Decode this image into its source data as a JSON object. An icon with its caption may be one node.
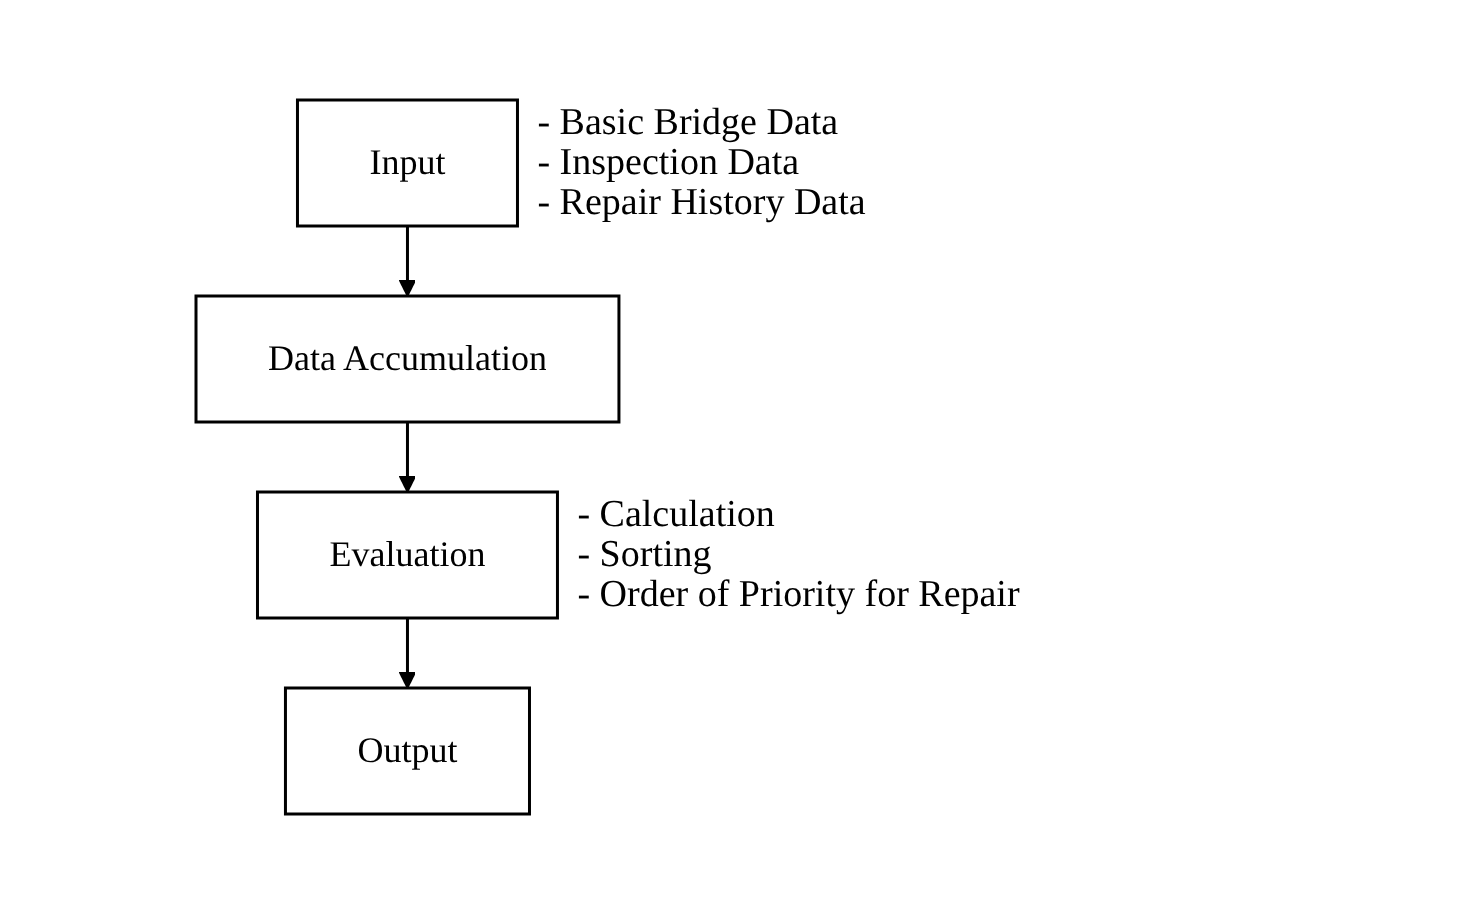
{
  "diagram": {
    "nodes": [
      {
        "text": [
          "Input"
        ],
        "beside": [
          "- Basic Bridge Data",
          "- Inspection Data",
          "- Repair History Data"
        ]
      },
      {
        "text": [
          "Data Accumulation"
        ]
      },
      {
        "text": [
          "Evaluation"
        ],
        "beside": [
          "- Calculation",
          "- Sorting",
          "- Order of Priority for Repair"
        ]
      },
      {
        "text": [
          "Output"
        ]
      }
    ],
    "edges": [
      {
        "from": 0,
        "to": 1,
        "arrow": "to"
      },
      {
        "from": 1,
        "to": 2,
        "arrow": "to"
      },
      {
        "from": 2,
        "to": 3,
        "arrow": "to"
      }
    ]
  }
}
